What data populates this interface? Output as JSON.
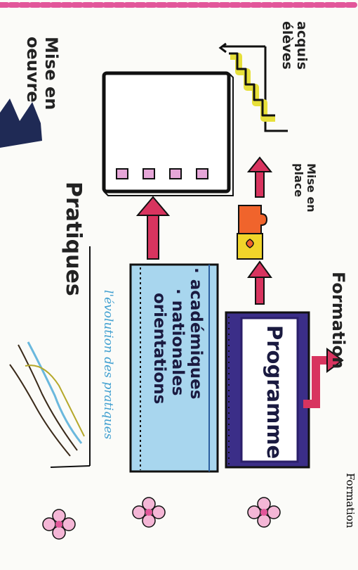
{
  "labels": {
    "mise_en_oeuvre": "Mise en oeuvre",
    "pratiques": "Pratiques",
    "evolution": "l'évolution des pratiques",
    "orientations": "orientations",
    "nationales": "· nationales",
    "academiques": "· académiques",
    "programme": "Programme",
    "formation": "Formation",
    "formation_bottom": "Formation",
    "mise_en_place": "Mise en place",
    "acquis_eleves": "acquis élèves"
  },
  "colors": {
    "border_pink": "#e2569a",
    "arrow_red": "#d8345f",
    "blue_box": "#a8d6ee",
    "purple_box": "#3b2e88",
    "dark_purple": "#2b1f6a",
    "puzzle_orange": "#f0642c",
    "puzzle_yellow": "#f1d52a",
    "mini_square": "#e6a6d8",
    "flower_pink": "#f4b6d6",
    "graph_yellow": "#e7e03a",
    "evolution_blue": "#6ab8dd"
  },
  "icons": [
    "flower-icon",
    "puzzle-icon",
    "screen-icon",
    "rising-graph-icon",
    "stepped-arrow-icon"
  ]
}
